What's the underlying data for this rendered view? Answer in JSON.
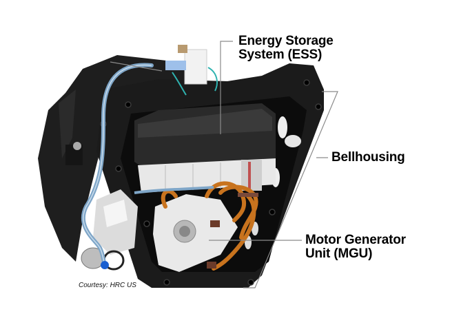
{
  "diagram": {
    "subject": "Hybrid engine assembly cutaway",
    "labels": [
      {
        "id": "ess",
        "line1": "Energy Storage",
        "line2": "System (ESS)"
      },
      {
        "id": "bellhousing",
        "line1": "Bellhousing"
      },
      {
        "id": "mgu",
        "line1": "Motor Generator",
        "line2": "Unit (MGU)"
      }
    ],
    "credit": "Courtesy: HRC US"
  },
  "colors": {
    "background": "#ffffff",
    "housing": "#1c1c1c",
    "ess_cover": "#2a2a2a",
    "cells": "#e8e8e8",
    "copper": "#c8731e",
    "hose": "#7fa6c8",
    "leader_line": "#8a8a8a",
    "fitting_blue": "#1a5fd0",
    "wire_teal": "#2fb3b0"
  }
}
